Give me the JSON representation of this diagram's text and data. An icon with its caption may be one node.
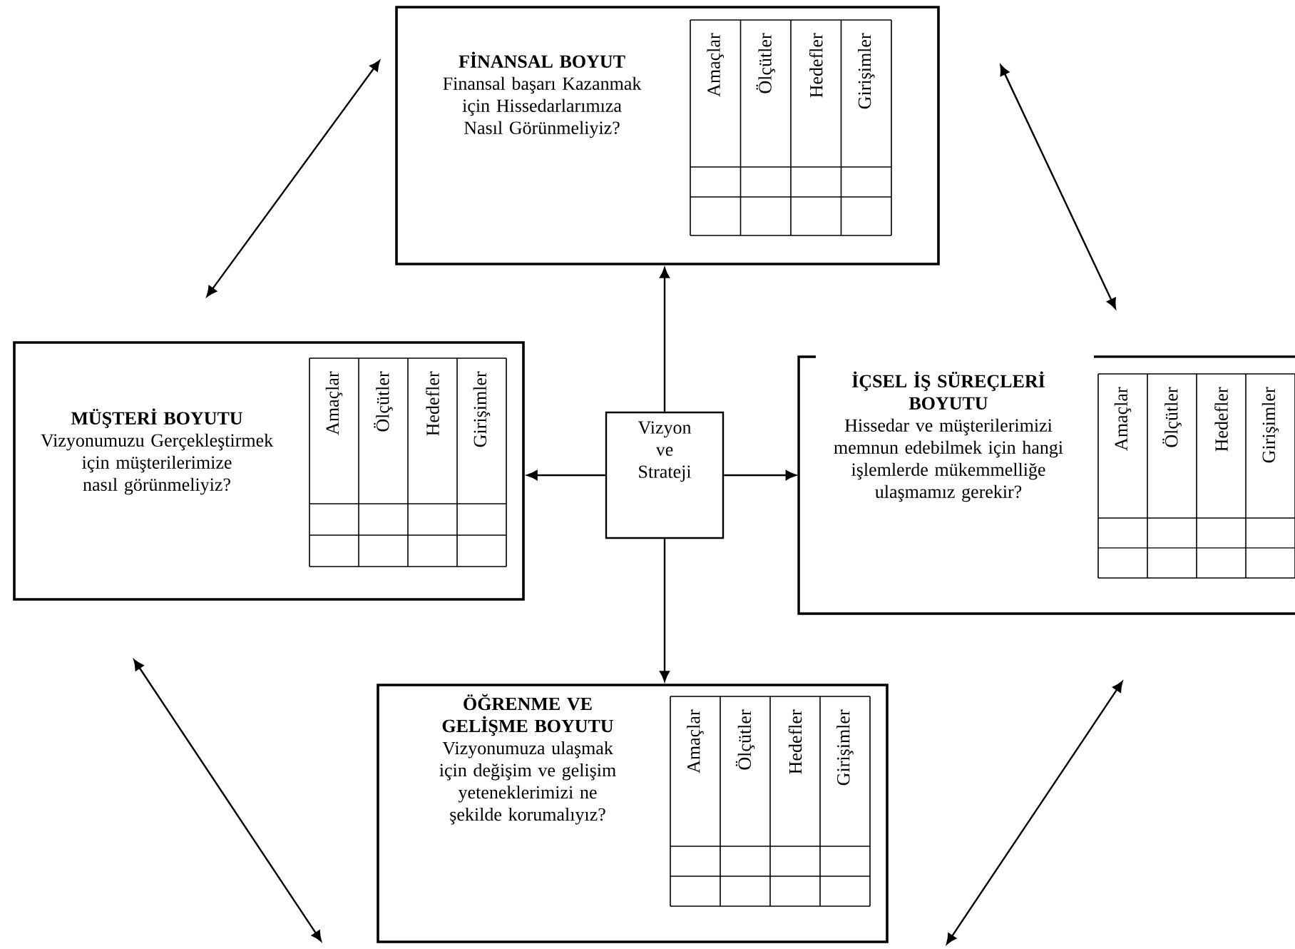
{
  "diagram": {
    "nodes": [
      {
        "text": [
          "FİNANSAL BOYUT",
          "Finansal başarı Kazanmak için Hissedarlarımıza Nasıl Görünmeliyiz?"
        ]
      },
      {
        "text": [
          "MÜŞTERİ BOYUTU",
          "Vizyonumuzu Gerçekleştirmek için müşterilerimize nasıl görünmeliyiz?"
        ]
      },
      {
        "text": [
          "Vizyon ve Strateji"
        ]
      },
      {
        "text": [
          "İÇSEL İŞ SÜREÇLERİ BOYUTU",
          "Hissedar ve müşterilerimizi memnun edebilmek için hangi işlemlerde mükemmelliğe ulaşmamız gerekir?"
        ]
      },
      {
        "text": [
          "ÖĞRENME VE GELİŞME BOYUTU",
          "Vizyonumuza ulaşmak için değişim ve gelişim yeteneklerimizi ne şekilde korumalıyız?"
        ]
      }
    ],
    "edges": [
      {
        "from": 2,
        "to": 0,
        "arrow": "to"
      },
      {
        "from": 2,
        "to": 1,
        "arrow": "to"
      },
      {
        "from": 2,
        "to": 3,
        "arrow": "to"
      },
      {
        "from": 2,
        "to": 4,
        "arrow": "to"
      },
      {
        "from": 1,
        "to": 0,
        "arrow": "both"
      },
      {
        "from": 0,
        "to": 3,
        "arrow": "both"
      },
      {
        "from": 1,
        "to": 4,
        "arrow": "both"
      },
      {
        "from": 4,
        "to": 3,
        "arrow": "both"
      }
    ],
    "labels": [
      "Amaçlar",
      "Ölçütler",
      "Hedefler",
      "Girişimler",
      "Amaçlar",
      "Ölçütler",
      "Hedefler",
      "Girişimler",
      "Amaçlar",
      "Ölçütler",
      "Hedefler",
      "Girişimler",
      "Amaçlar",
      "Ölçütler",
      "Hedefler",
      "Girişimler"
    ]
  }
}
